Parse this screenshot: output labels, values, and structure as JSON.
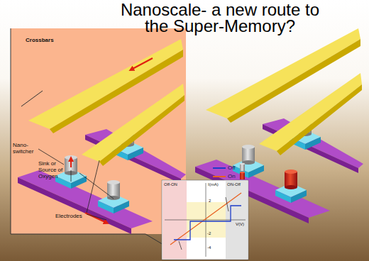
{
  "diagram": {
    "title": "Nanoscale- a new route to the Super-Memory?",
    "labels": [
      "Crossbars",
      "Nano-switcher",
      "Sink or Source of Oxygen",
      "Electrodes",
      "Off-ON",
      "I(mA)",
      "ON-Off",
      "2",
      "-2",
      "-4",
      "V(V)"
    ],
    "legend": [
      {
        "text": "Off"
      },
      {
        "text": "On"
      }
    ]
  }
}
